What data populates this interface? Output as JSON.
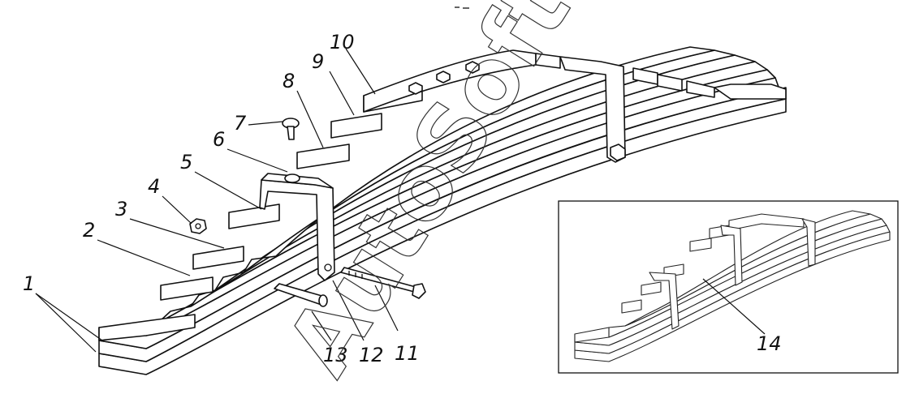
{
  "watermark": "AutoSoft",
  "callouts": [
    {
      "id": "1",
      "label": "1"
    },
    {
      "id": "2",
      "label": "2"
    },
    {
      "id": "3",
      "label": "3"
    },
    {
      "id": "4",
      "label": "4"
    },
    {
      "id": "5",
      "label": "5"
    },
    {
      "id": "6",
      "label": "6"
    },
    {
      "id": "7",
      "label": "7"
    },
    {
      "id": "8",
      "label": "8"
    },
    {
      "id": "9",
      "label": "9"
    },
    {
      "id": "10",
      "label": "10"
    },
    {
      "id": "11",
      "label": "11"
    },
    {
      "id": "12",
      "label": "12"
    },
    {
      "id": "13",
      "label": "13"
    },
    {
      "id": "14",
      "label": "14"
    }
  ]
}
